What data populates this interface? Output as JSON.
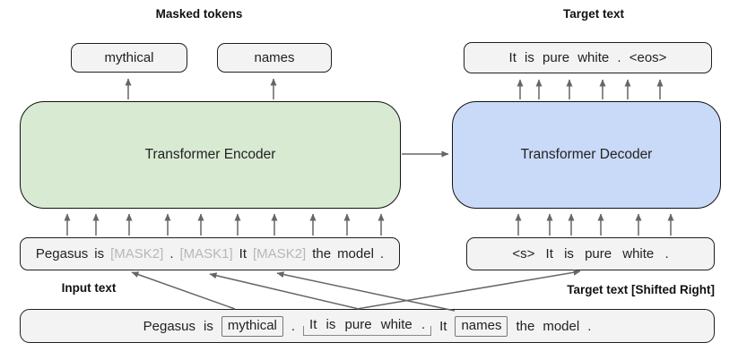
{
  "titles": {
    "masked_tokens": "Masked tokens",
    "target_text": "Target text"
  },
  "masked_token_boxes": {
    "first": "mythical",
    "second": "names"
  },
  "target_output": {
    "text": "It is pure white . <eos>"
  },
  "encoder": {
    "label": "Transformer Encoder"
  },
  "decoder": {
    "label": "Transformer Decoder"
  },
  "encoder_input": {
    "tokens": [
      "Pegasus",
      "is",
      "[MASK2]",
      ".",
      "[MASK1]",
      "It",
      "[MASK2]",
      "the",
      "model",
      "."
    ]
  },
  "decoder_input": {
    "text": "<s> It is pure white ."
  },
  "labels": {
    "input_text": "Input text",
    "shifted_right": "Target text  [Shifted Right]"
  },
  "source_sentence": {
    "tokens": [
      "Pegasus",
      "is",
      "mythical",
      ".",
      "It is pure white .",
      "It",
      "names",
      "the",
      "model",
      "."
    ]
  },
  "colors": {
    "encoder_fill": "#d9ead3",
    "decoder_fill": "#c9daf8",
    "token_box_fill": "#f3f3f3",
    "mask_text": "#b7b7b7",
    "arrow": "#666666"
  }
}
